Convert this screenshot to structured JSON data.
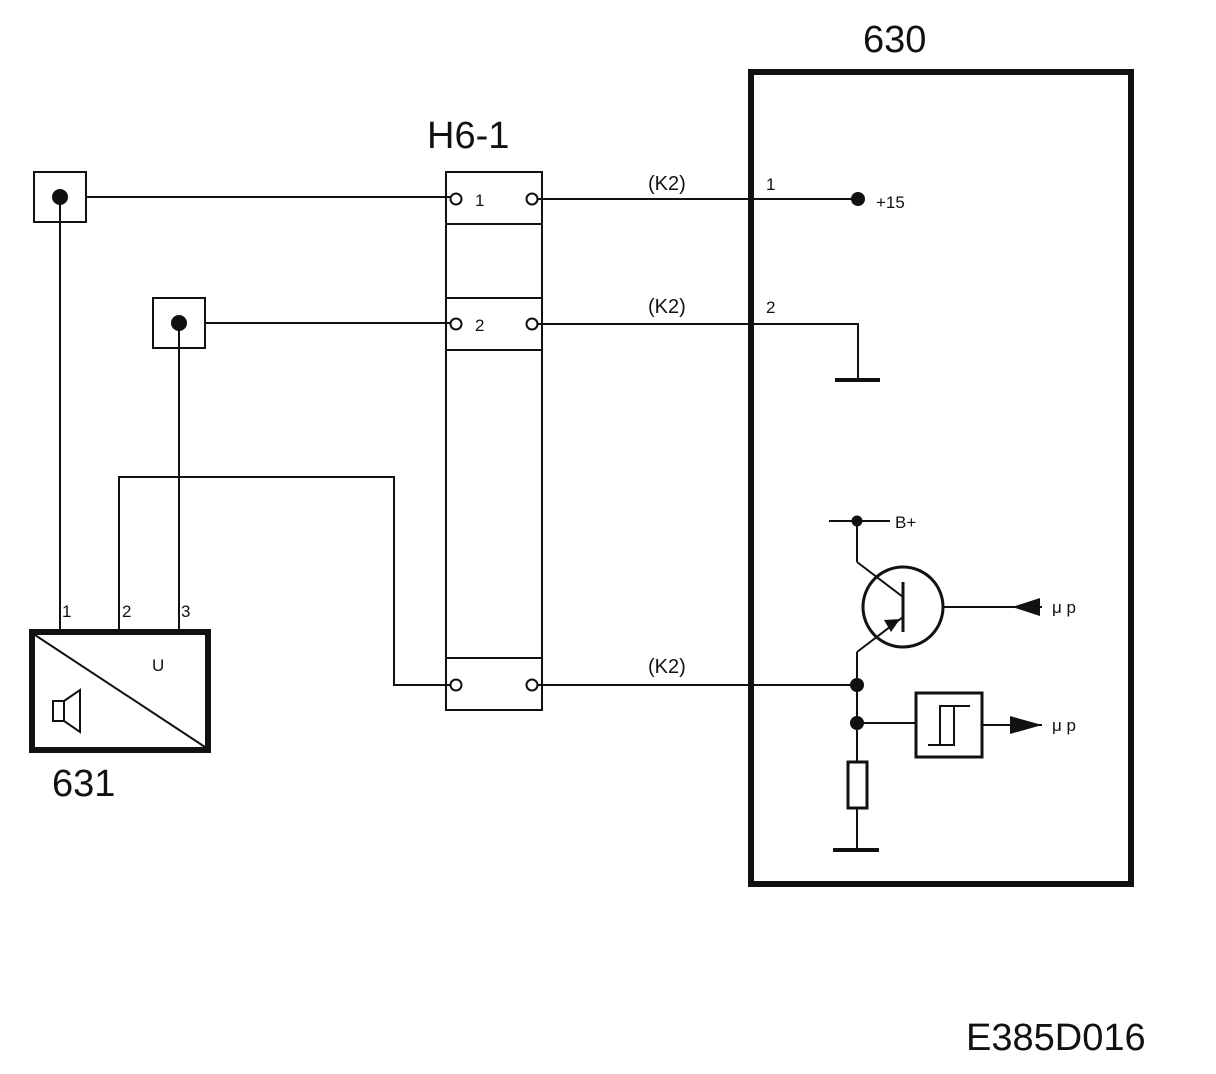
{
  "components": {
    "ecu": {
      "label": "630"
    },
    "connector": {
      "label": "H6-1",
      "pins": [
        "1",
        "2"
      ]
    },
    "siren": {
      "label": "631",
      "pins": [
        "1",
        "2",
        "3"
      ],
      "symbol": "U"
    }
  },
  "wires": {
    "w1": {
      "code": "(K2)"
    },
    "w2": {
      "code": "(K2)"
    },
    "w3": {
      "code": "(K2)"
    }
  },
  "ecu_pins": {
    "p1": "1",
    "p2": "2"
  },
  "ecu_signals": {
    "supply": "+15",
    "battery": "B+",
    "uc_out": "μ p",
    "uc_in": "μ p"
  },
  "figure_code": "E385D016",
  "icons": [
    "speaker-icon",
    "ground-icon",
    "transistor-icon",
    "resistor-icon",
    "schmitt-trigger-icon",
    "arrow-icon"
  ]
}
